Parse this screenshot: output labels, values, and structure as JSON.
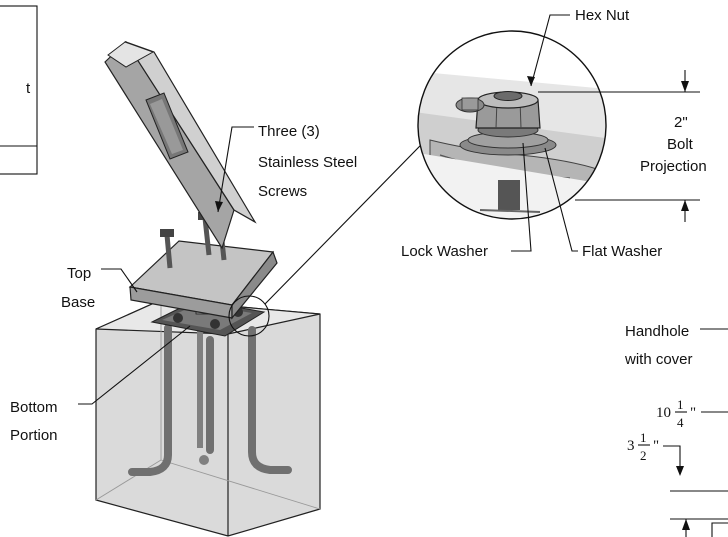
{
  "labels": {
    "hex_nut": "Hex Nut",
    "projection_value": "2\"",
    "projection_line1": "Bolt",
    "projection_line2": "Projection",
    "screws_line1": "Three (3)",
    "screws_line2": "Stainless Steel",
    "screws_line3": "Screws",
    "lock_washer": "Lock Washer",
    "flat_washer": "Flat Washer",
    "top_base_line1": "Top",
    "top_base_line2": "Base",
    "handhole_line1": "Handhole",
    "handhole_line2": "with cover",
    "bottom_line1": "Bottom",
    "bottom_line2": "Portion",
    "partial_t": "t"
  },
  "dimensions": {
    "d1_whole": "10",
    "d1_num": "1",
    "d1_den": "4",
    "d1_unit": "\"",
    "d2_whole": "3",
    "d2_num": "1",
    "d2_den": "2",
    "d2_unit": "\""
  },
  "colors": {
    "line": "#111111",
    "concrete": "#d9d9d9",
    "metal_dark": "#6b6b6b",
    "metal_mid": "#9a9a9a",
    "metal_light": "#c8c8c8"
  }
}
